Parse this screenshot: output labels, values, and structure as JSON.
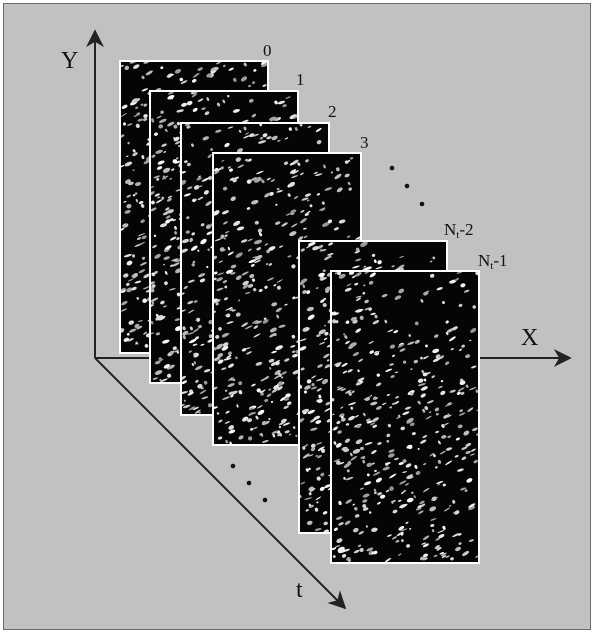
{
  "axes": {
    "y_label": "Y",
    "x_label": "X",
    "t_label": "t"
  },
  "frames": [
    {
      "label": "0",
      "label_sub": "",
      "label_suffix": ""
    },
    {
      "label": "1",
      "label_sub": "",
      "label_suffix": ""
    },
    {
      "label": "2",
      "label_sub": "",
      "label_suffix": ""
    },
    {
      "label": "3",
      "label_sub": "",
      "label_suffix": ""
    },
    {
      "label": "N",
      "label_sub": "t",
      "label_suffix": "-2"
    },
    {
      "label": "N",
      "label_sub": "t",
      "label_suffix": "-1"
    }
  ],
  "colors": {
    "background": "#c1c1c1",
    "axis": "#222222",
    "frame_border": "#ffffff",
    "frame_fill": "#050505"
  }
}
